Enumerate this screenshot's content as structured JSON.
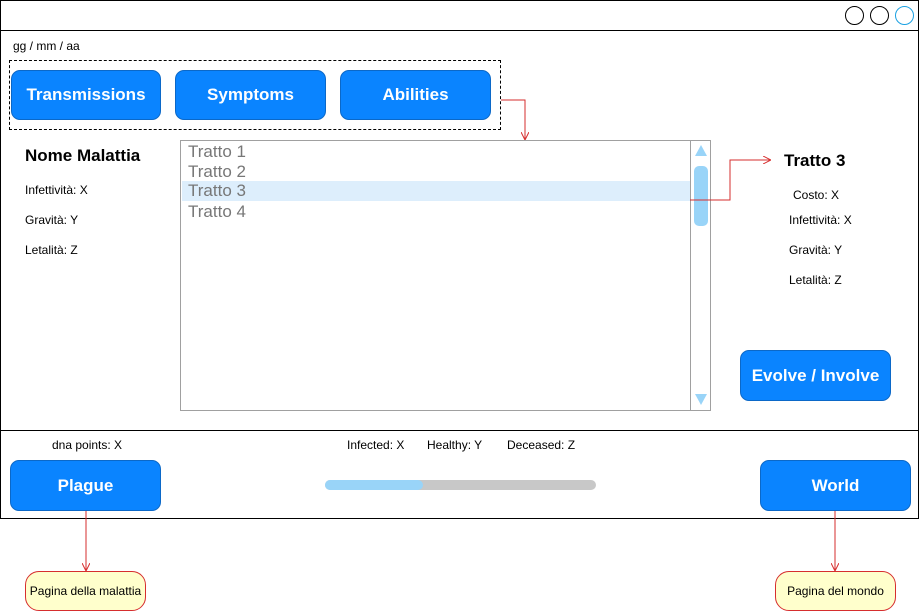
{
  "window": {
    "controls": [
      "circle-1",
      "circle-2",
      "circle-3-active"
    ]
  },
  "header": {
    "date": "gg / mm / aa"
  },
  "tabs": {
    "transmissions": "Transmissions",
    "symptoms": "Symptoms",
    "abilities": "Abilities"
  },
  "disease": {
    "name": "Nome Malattia",
    "infectivity": "Infettività: X",
    "severity": "Gravità: Y",
    "lethality": "Letalità: Z"
  },
  "traits": {
    "items": [
      "Tratto 1",
      "Tratto 2",
      "Tratto 3",
      "Tratto 4"
    ],
    "selected_index": 2
  },
  "trait_detail": {
    "title": "Tratto 3",
    "cost": "Costo: X",
    "infectivity": "Infettività: X",
    "severity": "Gravità: Y",
    "lethality": "Letalità: Z",
    "evolve_label": "Evolve / Involve"
  },
  "footer": {
    "dna_points": "dna points: X",
    "infected": "Infected: X",
    "healthy": "Healthy: Y",
    "deceased": "Deceased: Z",
    "progress_fraction": 0.36,
    "plague_label": "Plague",
    "world_label": "World"
  },
  "notes": {
    "plague_page": "Pagina della malattia",
    "world_page": "Pagina del mondo"
  },
  "colors": {
    "button": "#0a84ff",
    "accent_light": "#99d4f8",
    "arrow": "#d62e2e",
    "note_fill": "#ffffcc"
  }
}
